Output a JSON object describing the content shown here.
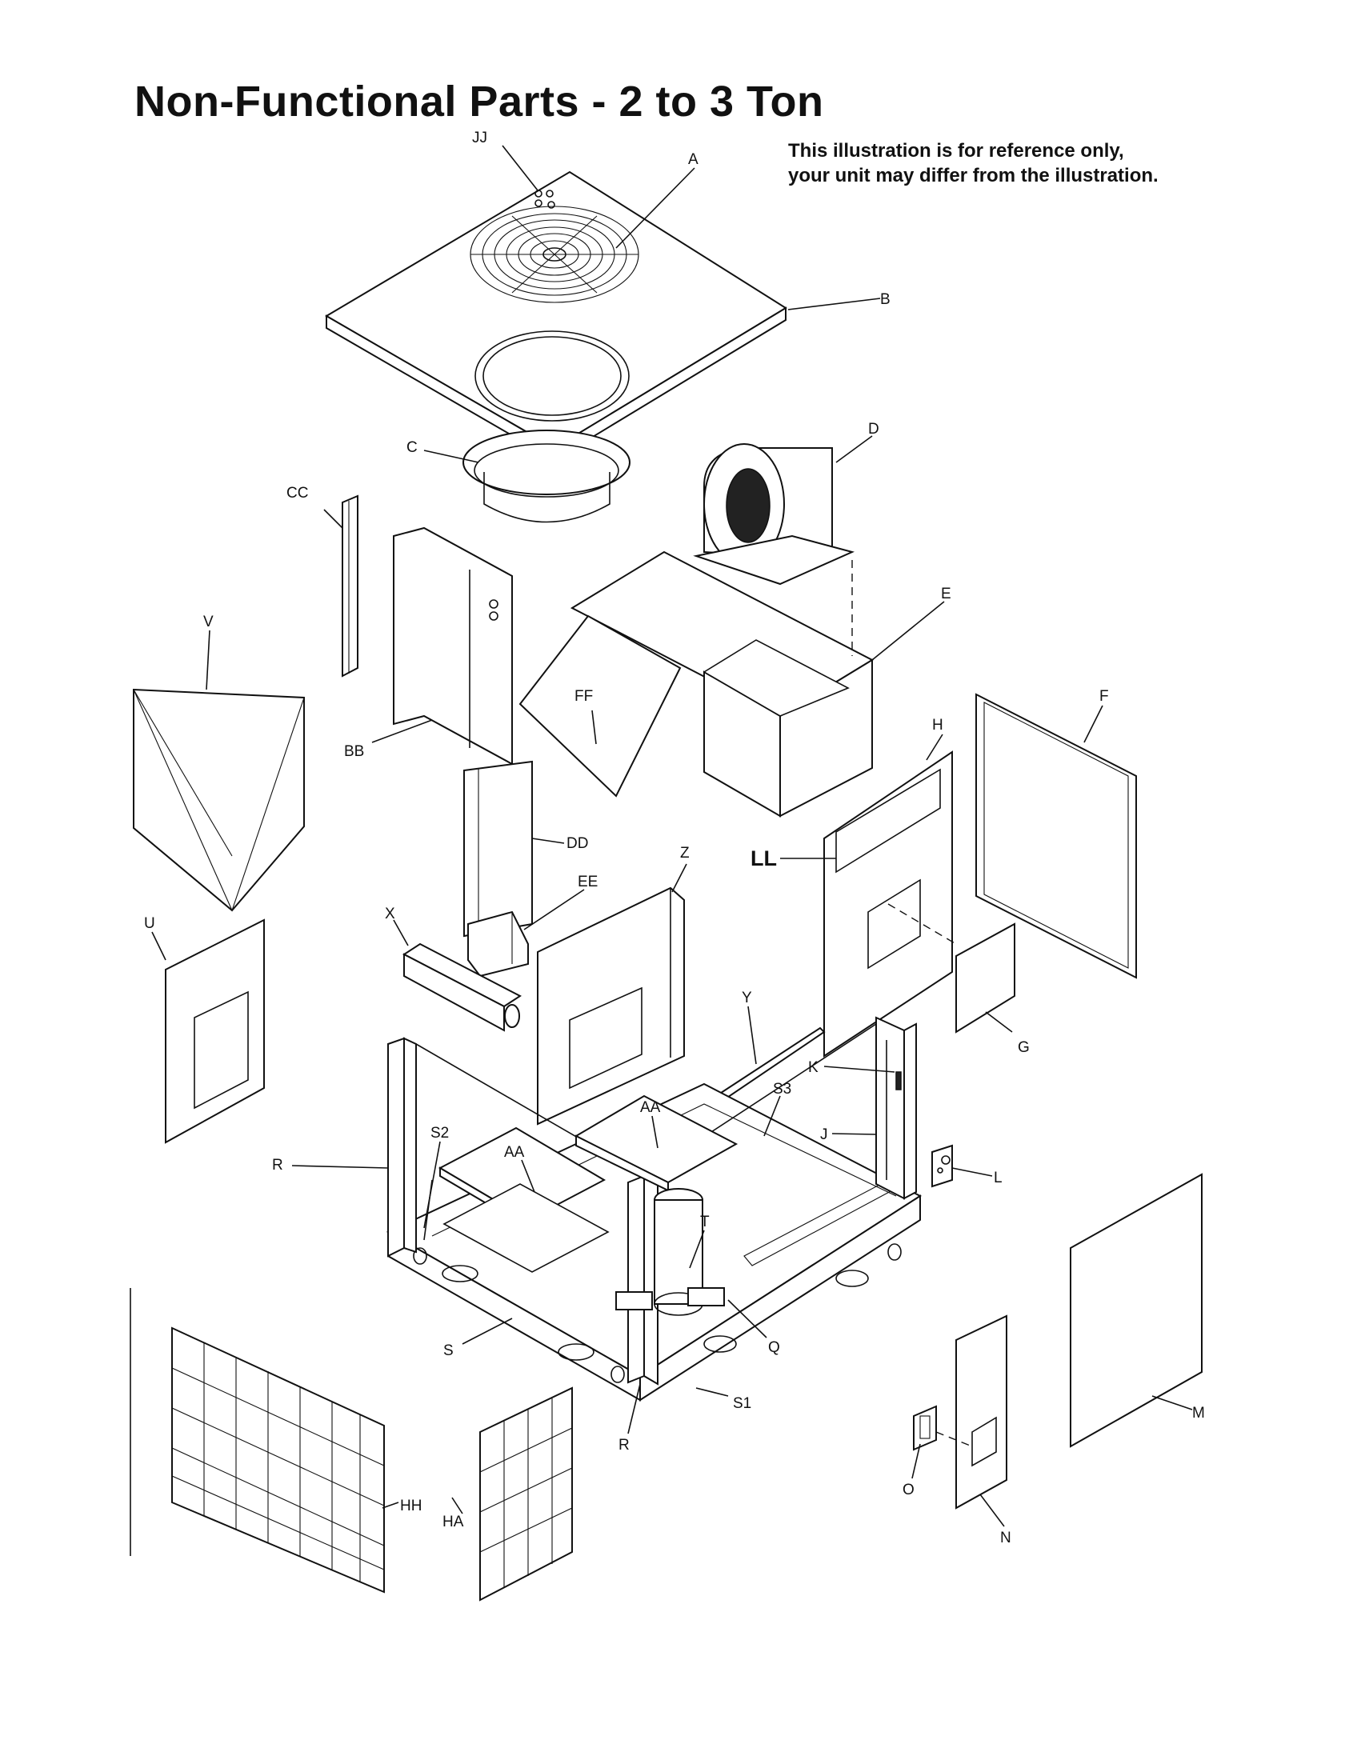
{
  "title": "Non-Functional Parts - 2 to 3 Ton",
  "note": {
    "line1": "This illustration is for reference only,",
    "line2": "your unit may differ from the illustration."
  },
  "labels": {
    "JJ": "JJ",
    "A": "A",
    "B": "B",
    "C": "C",
    "D": "D",
    "CC": "CC",
    "E": "E",
    "V": "V",
    "FF": "FF",
    "F": "F",
    "BB": "BB",
    "H": "H",
    "DD": "DD",
    "LL": "LL",
    "Z": "Z",
    "EE": "EE",
    "U": "U",
    "X": "X",
    "G": "G",
    "Y": "Y",
    "K": "K",
    "AA1": "AA",
    "S3": "S3",
    "S2": "S2",
    "J": "J",
    "AA2": "AA",
    "R1": "R",
    "L": "L",
    "T": "T",
    "Q": "Q",
    "S": "S",
    "S1": "S1",
    "M": "M",
    "R2": "R",
    "HH": "HH",
    "HA": "HA",
    "O": "O",
    "N": "N"
  }
}
